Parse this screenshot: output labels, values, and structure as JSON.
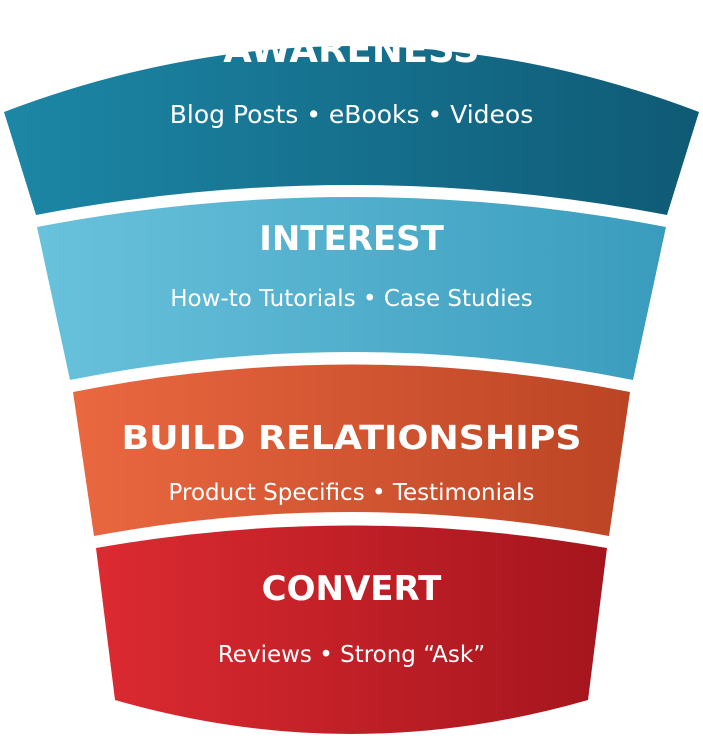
{
  "stages": [
    {
      "title": "AWARENESS",
      "subtitle": "Blog Posts • eBooks • Videos",
      "colors": [
        "#1c87a6",
        "#0f5a75"
      ]
    },
    {
      "title": "INTEREST",
      "subtitle": "How-to Tutorials • Case Studies",
      "colors": [
        "#69c2dc",
        "#3a9cbd"
      ]
    },
    {
      "title": "BUILD RELATIONSHIPS",
      "subtitle": "Product Specifics • Testimonials",
      "colors": [
        "#ea6840",
        "#bb4424"
      ]
    },
    {
      "title": "CONVERT",
      "subtitle": "Reviews • Strong “Ask”",
      "colors": [
        "#dc2a31",
        "#a5151d"
      ]
    }
  ]
}
